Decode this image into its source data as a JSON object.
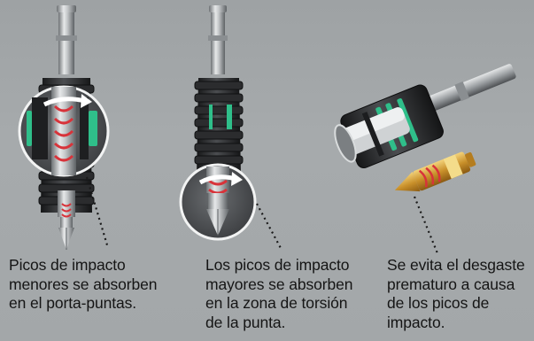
{
  "captions": [
    {
      "lines": [
        "Picos de impacto",
        "menores se absorben",
        "en el porta-puntas."
      ]
    },
    {
      "lines": [
        "Los picos de impacto",
        "mayores se absorben",
        "en la zona de torsión",
        "de la punta."
      ]
    },
    {
      "lines": [
        "Se evita el desgaste",
        "prematuro a causa",
        "de los picos de",
        "impacto."
      ]
    }
  ],
  "colors": {
    "background": "#a3a7a9",
    "sleeve": "#2a2b2d",
    "accent_green": "#2fbf8a",
    "torsion_red": "#d8333a",
    "bit_gold": "#d6a63d"
  },
  "icons": [
    "rotation-arrow-icon",
    "rotation-arrow-icon"
  ]
}
